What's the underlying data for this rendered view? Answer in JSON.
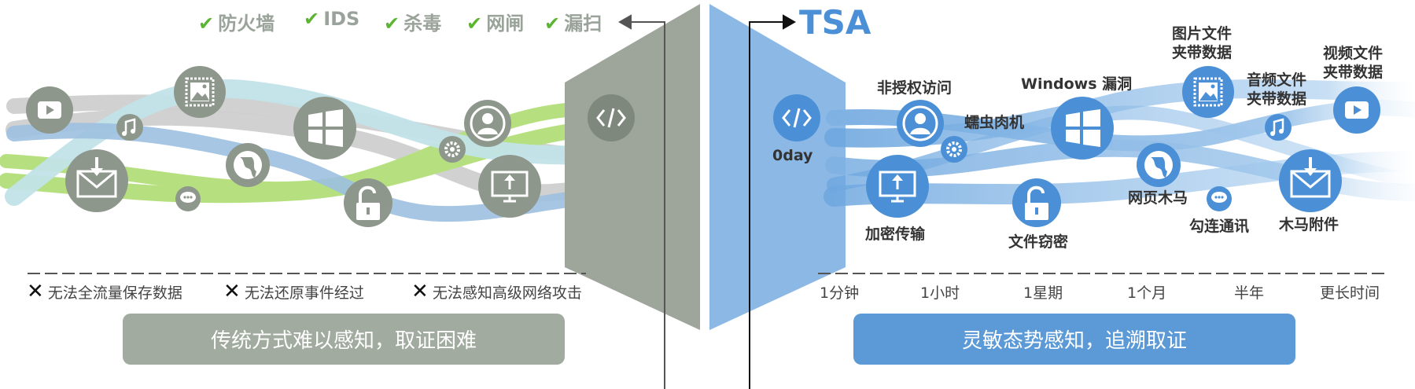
{
  "left": {
    "checks": [
      {
        "mark": "✔",
        "label": "防火墙"
      },
      {
        "mark": "✔",
        "label": "IDS"
      },
      {
        "mark": "✔",
        "label": "杀毒"
      },
      {
        "mark": "✔",
        "label": "网闸"
      },
      {
        "mark": "✔",
        "label": "漏扫"
      }
    ],
    "limits": [
      {
        "mark": "✕",
        "label": "无法全流量保存数据"
      },
      {
        "mark": "✕",
        "label": "无法还原事件经过"
      },
      {
        "mark": "✕",
        "label": "无法感知高级网络攻击"
      }
    ],
    "banner": "传统方式难以感知，取证困难",
    "icons": [
      "video-icon",
      "image-icon",
      "music-icon",
      "mail-icon",
      "globe-icon",
      "chat-icon",
      "windows-icon",
      "unlock-icon",
      "user-icon",
      "gear-icon",
      "upload-icon",
      "code-icon"
    ]
  },
  "right": {
    "brand": "TSA",
    "nodes": {
      "zeroday": "0day",
      "unauthorized": "非授权访问",
      "worm": "蠕虫肉机",
      "windows_vuln": "Windows 漏洞",
      "image_data": [
        "图片文件",
        "夹带数据"
      ],
      "audio_data": [
        "音频文件",
        "夹带数据"
      ],
      "video_data": [
        "视频文件",
        "夹带数据"
      ],
      "encrypted": "加密传输",
      "file_theft": "文件窃密",
      "trojan_web": "网页木马",
      "covert_comm": "勾连通讯",
      "trojan_attach": "木马附件"
    },
    "timeline": [
      "1分钟",
      "1小时",
      "1星期",
      "1个月",
      "半年",
      "更长时间"
    ],
    "banner": "灵敏态势感知，追溯取证"
  },
  "colors": {
    "left_banner": "#a2ab9f",
    "right_banner": "#5b9ad6",
    "check_green": "#5cb532",
    "stream_green": "#b6e07f",
    "stream_blue": "#9cc0e0",
    "stream_gray": "#cfcfcf",
    "stream_teal": "#c2e3e8",
    "funnel_gray": "#9ea59b",
    "funnel_blue": "#8cb8e6"
  }
}
